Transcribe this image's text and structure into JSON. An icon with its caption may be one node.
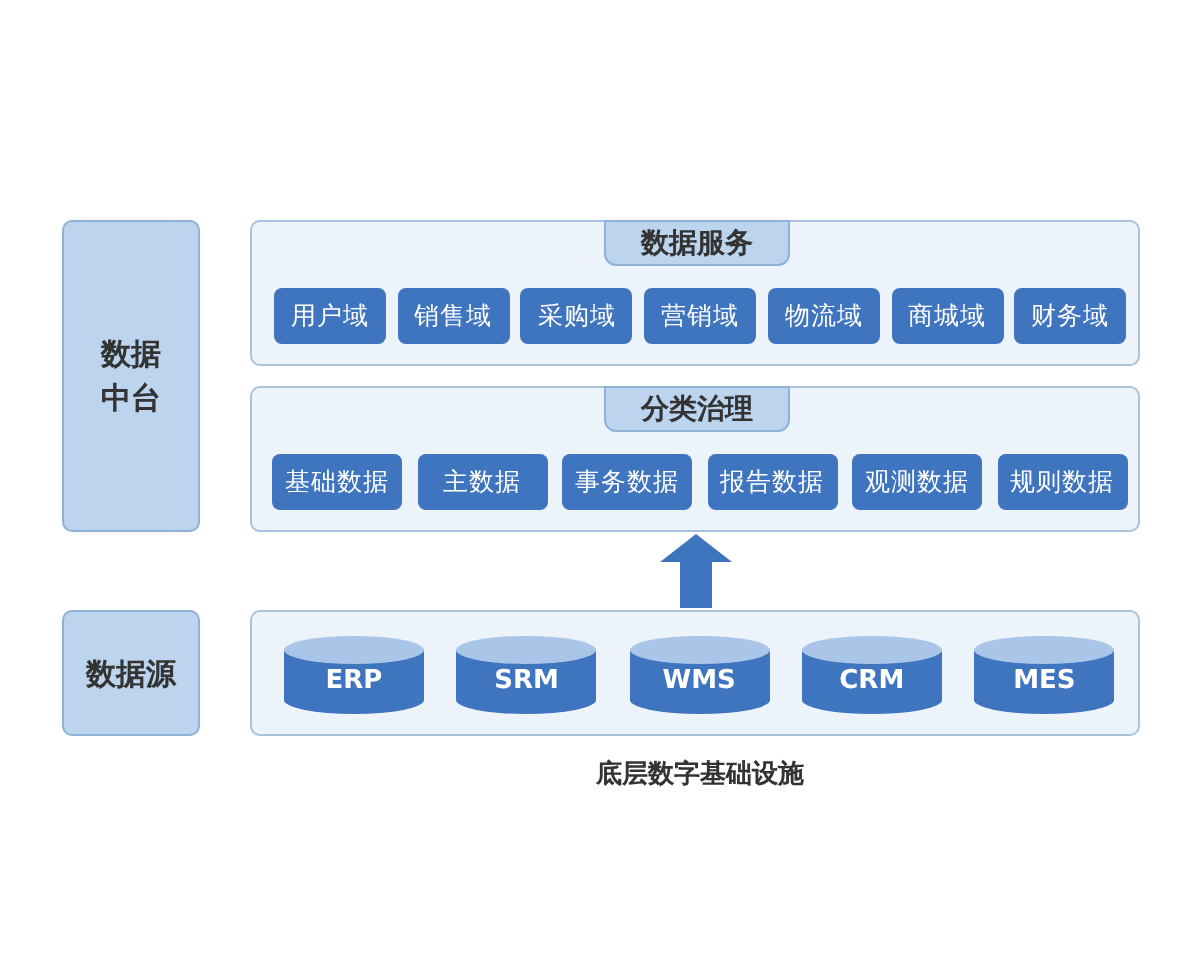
{
  "diagram": {
    "nodes": [
      {
        "text": [
          "数据中台"
        ]
      },
      {
        "text": [
          "数据服务"
        ]
      },
      {
        "text": [
          "用户域"
        ],
        "in": 1
      },
      {
        "text": [
          "销售域"
        ],
        "in": 1
      },
      {
        "text": [
          "采购域"
        ],
        "in": 1
      },
      {
        "text": [
          "营销域"
        ],
        "in": 1
      },
      {
        "text": [
          "物流域"
        ],
        "in": 1
      },
      {
        "text": [
          "商城域"
        ],
        "in": 1
      },
      {
        "text": [
          "财务域"
        ],
        "in": 1
      },
      {
        "text": [
          "分类治理"
        ]
      },
      {
        "text": [
          "基础数据"
        ],
        "in": 9
      },
      {
        "text": [
          "主数据"
        ],
        "in": 9
      },
      {
        "text": [
          "事务数据"
        ],
        "in": 9
      },
      {
        "text": [
          "报告数据"
        ],
        "in": 9
      },
      {
        "text": [
          "观测数据"
        ],
        "in": 9
      },
      {
        "text": [
          "规则数据"
        ],
        "in": 9
      },
      {
        "text": [
          "数据源"
        ]
      },
      {
        "text": [],
        "shape": "box"
      },
      {
        "text": [
          "ERP"
        ],
        "in": 17
      },
      {
        "text": [
          "SRM"
        ],
        "in": 17
      },
      {
        "text": [
          "WMS"
        ],
        "in": 17
      },
      {
        "text": [
          "CRM"
        ],
        "in": 17
      },
      {
        "text": [
          "MES"
        ],
        "in": 17
      }
    ],
    "edges": [
      {
        "from": 17,
        "to": 9,
        "arrow": "to"
      }
    ],
    "labels": [
      "底层数字基础设施"
    ]
  }
}
